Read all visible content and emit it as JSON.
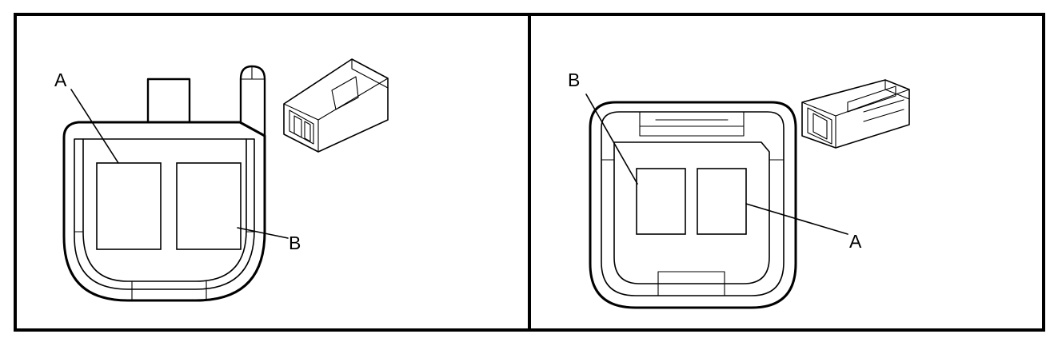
{
  "colors": {
    "ink": "#000000",
    "paper": "#ffffff"
  },
  "panels": [
    {
      "id": "left",
      "view": "terminal-face",
      "labels": {
        "A": "A",
        "B": "B"
      }
    },
    {
      "id": "right",
      "view": "terminal-face",
      "labels": {
        "A": "A",
        "B": "B"
      }
    }
  ]
}
